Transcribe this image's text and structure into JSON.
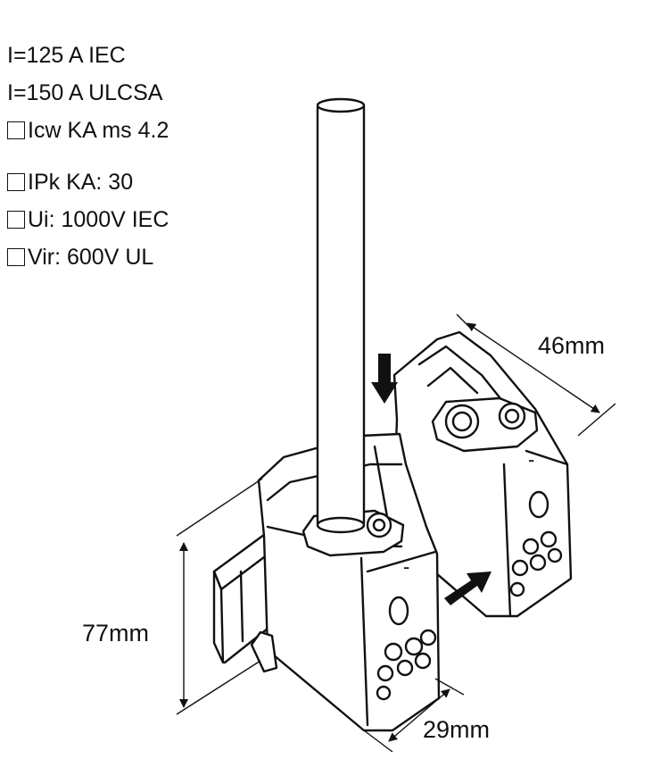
{
  "specs": [
    {
      "text": "I=125 A IEC",
      "checkbox": false
    },
    {
      "text": "I=150 A ULCSA",
      "checkbox": false
    },
    {
      "text": "Icw KA ms 4.2",
      "checkbox": true
    },
    {
      "text": "IPk KA: 30",
      "checkbox": true
    },
    {
      "text": "Ui: 1000V IEC",
      "checkbox": true
    },
    {
      "text": "Vir: 600V UL",
      "checkbox": true
    }
  ],
  "dimensions": {
    "depth": "46mm",
    "height": "77mm",
    "width": "29mm"
  },
  "polarity": {
    "front_block": "-",
    "rear_block": "-"
  },
  "colors": {
    "ink": "#111111",
    "background": "#ffffff"
  }
}
